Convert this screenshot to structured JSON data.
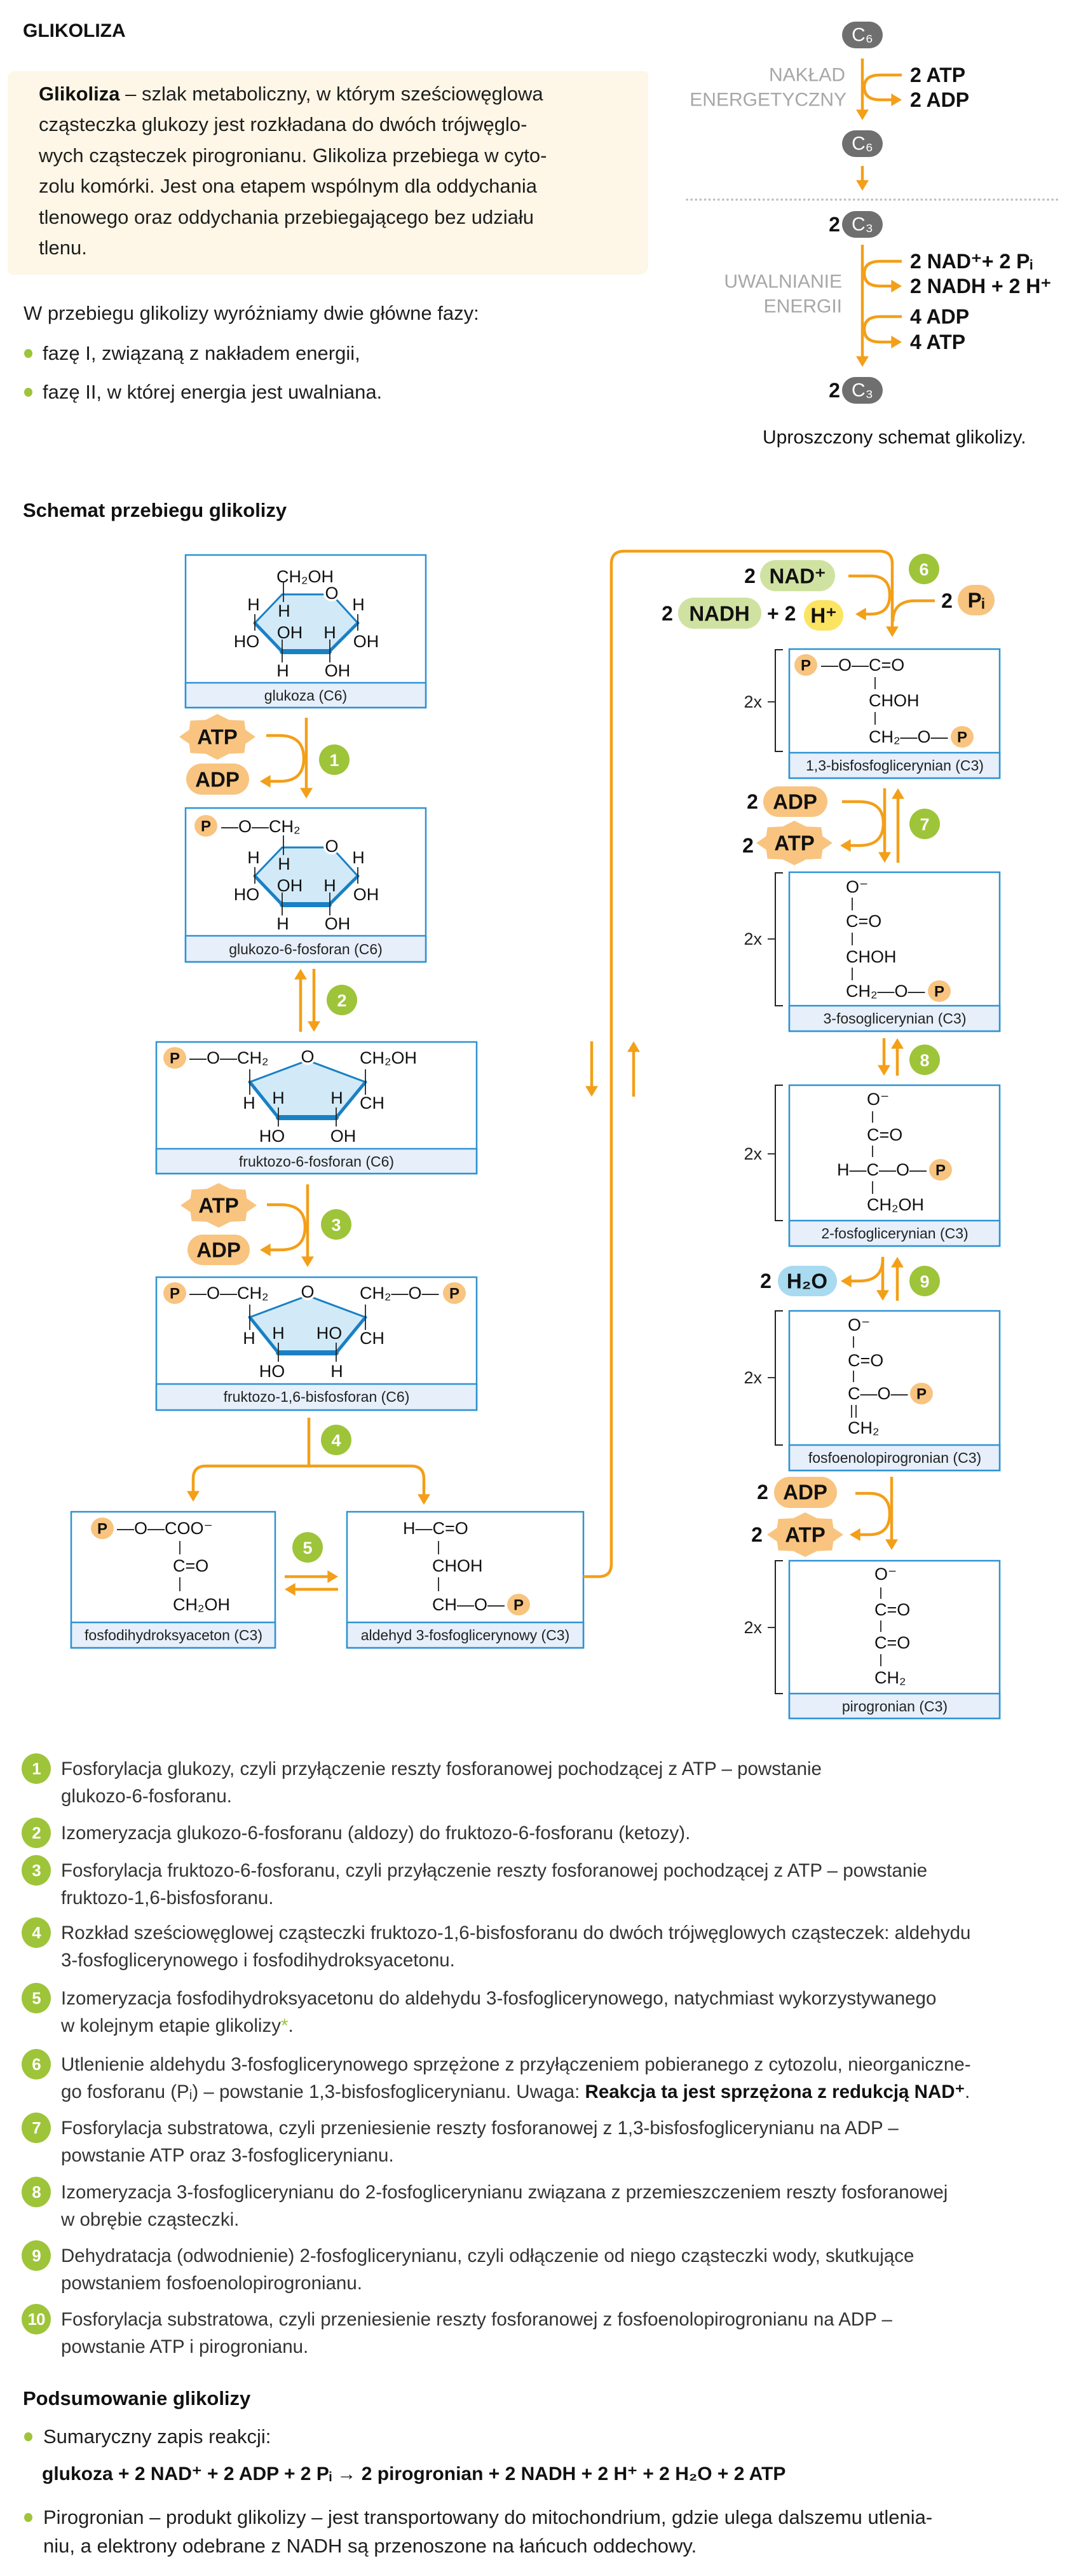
{
  "colors": {
    "orange": "#F39F18",
    "green": "#9EC43A",
    "phosphate": "#F8C47F",
    "nad": "#D0E2A1",
    "proton": "#FCE463",
    "water": "#A8DAF0",
    "box-border": "#2E92D3",
    "label-strip": "#E6EFFA",
    "ring-fill": "#D2EAF8",
    "ring-stroke": "#1A80C4",
    "note-bg": "#FEF6E6",
    "carbon-pill": "#6F6F6F",
    "phase-label": "#A7A7A7"
  },
  "page": {
    "title": "GLIKOLIZA"
  },
  "intro": {
    "term": "Glikoliza",
    "lines": [
      " – szlak metaboliczny, w którym sześciowęglowa",
      "cząsteczka glukozy jest rozkładana do dwóch trójwęglo-",
      "wych cząsteczek pirogronianu. Glikoliza przebiega w cyto-",
      "zolu komórki. Jest ona etapem wspólnym dla oddychania",
      "tlenowego oraz oddychania przebiegającego bez udziału",
      "tlenu."
    ],
    "phases_intro": "W przebiegu glikolizy wyróżniamy dwie główne fazy:",
    "phases": [
      "fazę I, związaną z nakładem energii,",
      "fazę II, w której energia jest uwalniana."
    ]
  },
  "simple_scheme": {
    "phase1_label": [
      "NAKŁAD",
      "ENERGETYCZNY"
    ],
    "phase2_label": [
      "UWALNIANIE",
      "ENERGII"
    ],
    "c6": "C₆",
    "c3": "C₃",
    "c3_coef": "2",
    "phase1": [
      "2 ATP",
      "2 ADP"
    ],
    "phase2": [
      "2 NAD⁺+ 2 Pᵢ",
      "2 NADH + 2 H⁺",
      "4 ADP",
      "4 ATP"
    ],
    "caption": "Uproszczony schemat glikolizy."
  },
  "schema": {
    "title": "Schemat przebiegu glikolizy",
    "multiplier": "2x",
    "phosphate": "P",
    "compounds": {
      "glucose": {
        "name": "glukoza (C6)",
        "atoms": [
          "CH₂OH",
          "O",
          "H",
          "H",
          "HO",
          "OH",
          "H",
          "H",
          "OH",
          "H",
          "OH"
        ]
      },
      "g6p": {
        "name": "glukozo-6-fosforan (C6)",
        "link": "—O—CH₂",
        "atoms": [
          "O",
          "H",
          "H",
          "HO",
          "OH",
          "H",
          "H",
          "OH",
          "H",
          "OH"
        ]
      },
      "f6p": {
        "name": "fruktozo-6-fosforan (C6)",
        "link": "—O—CH₂",
        "atoms": [
          "O",
          "CH₂OH",
          "H",
          "H",
          "H",
          "CH",
          "HO",
          "OH"
        ]
      },
      "f16bp": {
        "name": "fruktozo-1,6-bisfosforan (C6)",
        "link": "—O—CH₂",
        "atoms": [
          "O",
          "CH₂—O—",
          "H",
          "H",
          "HO",
          "CH",
          "HO",
          "H"
        ]
      },
      "dhap": {
        "name": "fosfodihydroksyaceton (C3)",
        "atoms": [
          "—O—COO⁻",
          "C=O",
          "CH₂OH"
        ]
      },
      "gap": {
        "name": "aldehyd 3-fosfoglicerynowy (C3)",
        "atoms": [
          "H—C=O",
          "CHOH",
          "CH—O—"
        ]
      },
      "bpg13": {
        "name": "1,3-bisfosfoglicerynian (C3)",
        "atoms": [
          "—O—C=O",
          "CHOH",
          "CH₂—O—"
        ]
      },
      "pg3": {
        "name": "3-fosoglicerynian (C3)",
        "atoms": [
          "O⁻",
          "C=O",
          "CHOH",
          "CH₂—O—"
        ]
      },
      "pg2": {
        "name": "2-fosfoglicerynian (C3)",
        "atoms": [
          "O⁻",
          "C=O",
          "H—C—O—",
          "CH₂OH"
        ]
      },
      "pep": {
        "name": "fosfoenolopirogronian (C3)",
        "atoms": [
          "O⁻",
          "C=O",
          "C—O—",
          "CH₂"
        ]
      },
      "pyruvate": {
        "name": "pirogronian (C3)",
        "atoms": [
          "O⁻",
          "C=O",
          "C=O",
          "CH₂"
        ]
      }
    },
    "steps": [
      {
        "number": "1",
        "in": "ATP",
        "out": "ADP"
      },
      {
        "number": "2"
      },
      {
        "number": "3",
        "in": "ATP",
        "out": "ADP"
      },
      {
        "number": "4"
      },
      {
        "number": "5"
      },
      {
        "number": "6",
        "nad_coef": "2",
        "nad": "NAD⁺",
        "nadh_coef": "2",
        "nadh": "NADH",
        "plus": "+ 2",
        "proton": "H⁺",
        "pi_coef": "2",
        "pi": "Pᵢ"
      },
      {
        "number": "7",
        "in_coef": "2",
        "in": "ADP",
        "out_coef": "2",
        "out": "ATP"
      },
      {
        "number": "8"
      },
      {
        "number": "9",
        "out_coef": "2",
        "out": "H₂O"
      },
      {
        "number": "10",
        "in_coef": "2",
        "in": "ADP",
        "out_coef": "2",
        "out": "ATP"
      }
    ]
  },
  "steps_list": [
    {
      "number": "1",
      "lines": [
        "Fosforylacja glukozy, czyli przyłączenie reszty fosforanowej pochodzącej z ATP – powstanie",
        "glukozo-6-fosforanu."
      ]
    },
    {
      "number": "2",
      "lines": [
        "Izomeryzacja glukozo-6-fosforanu (aldozy) do fruktozo-6-fosforanu (ketozy)."
      ]
    },
    {
      "number": "3",
      "lines": [
        "Fosforylacja fruktozo-6-fosforanu, czyli przyłączenie reszty fosforanowej pochodzącej z ATP – powstanie",
        "fruktozo-1,6-bisfosforanu."
      ]
    },
    {
      "number": "4",
      "lines": [
        "Rozkład sześciowęglowej cząsteczki fruktozo-1,6-bisfosforanu do dwóch trójwęglowych cząsteczek: aldehydu",
        "3-fosfoglicerynowego i fosfodihydroksyacetonu."
      ]
    },
    {
      "number": "5",
      "lines": [
        "Izomeryzacja fosfodihydroksyacetonu do aldehydu 3-fosfoglicerynowego, natychmiast wykorzystywanego",
        "w kolejnym etapie glikolizy"
      ],
      "footnote_mark": "*",
      "end": "."
    },
    {
      "number": "6",
      "lines": [
        "Utlenienie aldehydu 3-fosfoglicerynowego sprzężone z przyłączeniem pobieranego z cytozolu, nieorganiczne-",
        "go fosforanu (Pᵢ) – powstanie 1,3-bisfosfoglicerynianu. Uwaga: "
      ],
      "emphasis": "Reakcja ta jest sprzężona z redukcją NAD⁺",
      "end": "."
    },
    {
      "number": "7",
      "lines": [
        "Fosforylacja substratowa, czyli przeniesienie reszty fosforanowej z 1,3-bisfosfoglicerynianu na ADP –",
        "powstanie ATP oraz 3-fosfoglicerynianu."
      ]
    },
    {
      "number": "8",
      "lines": [
        "Izomeryzacja 3-fosfoglicerynianu do 2-fosfoglicerynianu związana z przemieszczeniem reszty fosforanowej",
        "w obrębie cząsteczki."
      ]
    },
    {
      "number": "9",
      "lines": [
        "Dehydratacja (odwodnienie) 2-fosfoglicerynianu, czyli odłączenie od niego cząsteczki wody, skutkujące",
        "powstaniem fosfoenolopirogronianu."
      ]
    },
    {
      "number": "10",
      "lines": [
        "Fosforylacja substratowa, czyli przeniesienie reszty fosforanowej z fosfoenolopirogronianu na ADP –",
        "powstanie ATP i pirogronianu."
      ]
    }
  ],
  "summary": {
    "title": "Podsumowanie glikolizy",
    "equation_intro": "Sumaryczny zapis reakcji:",
    "equation": "glukoza + 2 NAD⁺ + 2 ADP + 2 Pᵢ → 2 pirogronian + 2 NADH + 2 H⁺ + 2 H₂O + 2 ATP",
    "note_lines": [
      "Pirogronian – produkt glikolizy – jest transportowany do mitochondrium, gdzie ulega dalszemu utlenia-",
      "niu, a elektrony odebrane z NADH są przenoszone na łańcuch oddechowy."
    ]
  }
}
